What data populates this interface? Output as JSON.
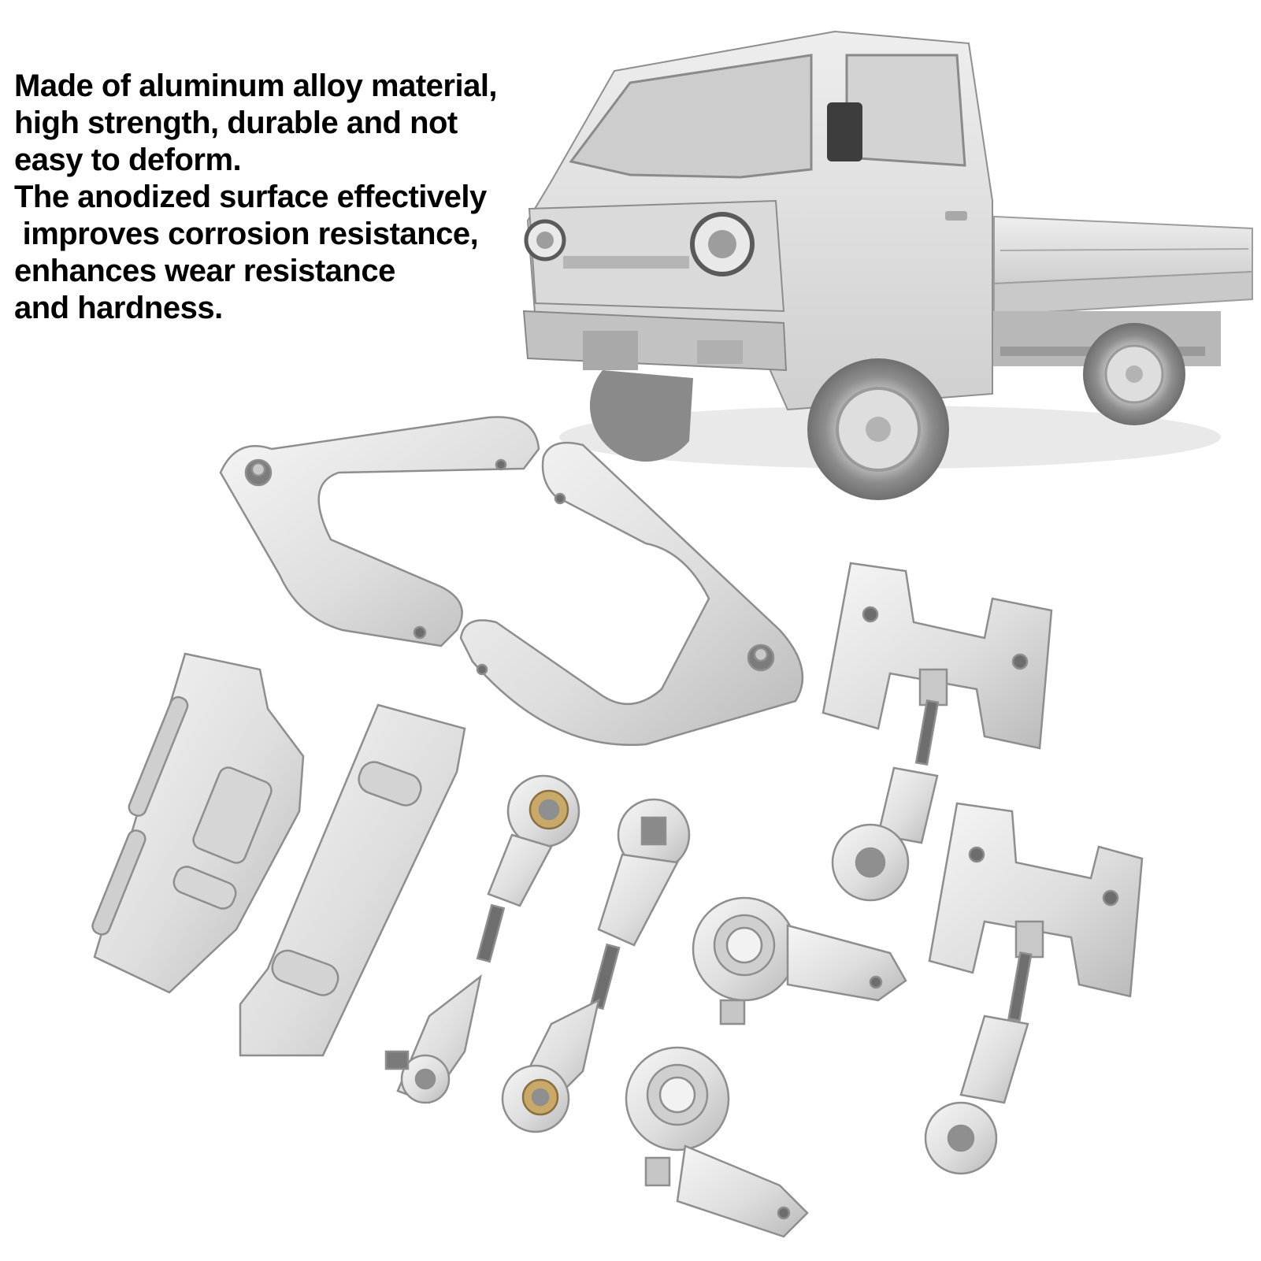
{
  "description_lines": [
    "Made of aluminum alloy material,",
    "high strength, durable and not",
    "easy to deform.",
    "The anodized surface effectively",
    " improves corrosion resistance,",
    "enhances wear resistance",
    "and hardness."
  ],
  "colors": {
    "text": "#000000",
    "background": "#ffffff",
    "metal_light": "#ececec",
    "metal_mid": "#cfcfcf",
    "metal_dark": "#9a9a9a",
    "bearing_brass": "#c9a969",
    "truck_body": "#dcdcdc"
  }
}
